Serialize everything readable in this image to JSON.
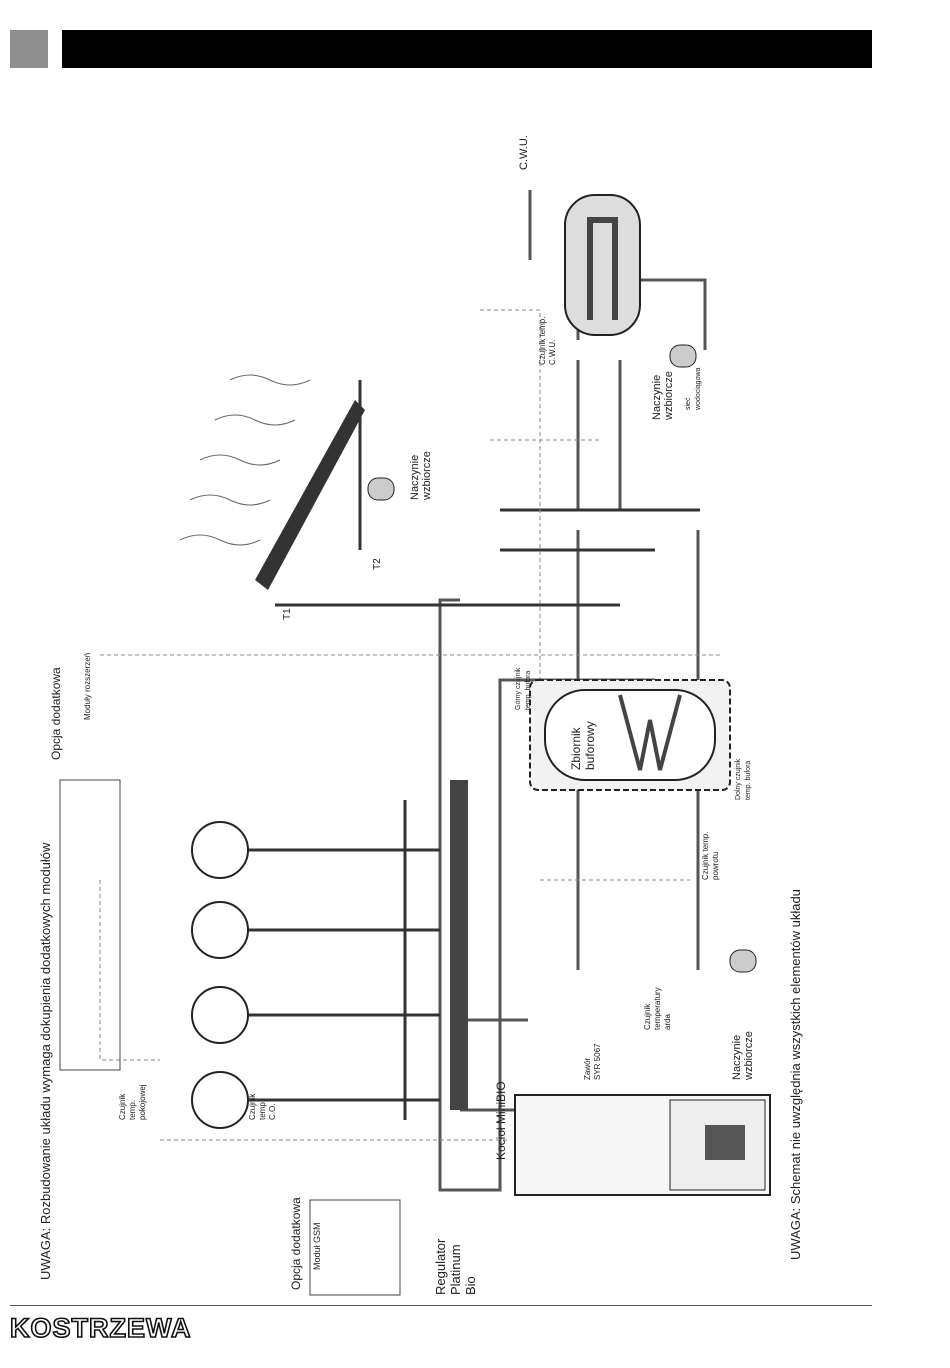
{
  "header": {
    "bar_color": "#000000",
    "square_color": "#8f8f8f"
  },
  "diagram": {
    "note_top": "UWAGA: Rozbudowanie układu wymaga dokupienia dodatkowych modułów",
    "note_bottom": "UWAGA: Schemat nie uwzględnia wszystkich elementów układu",
    "optional_label": "Opcja dodatkowa",
    "optional_gsm_label": "Opcja dodatkowa",
    "gsm_module": "Moduł GSM",
    "expansion_module": "Moduły rozszerzeń",
    "regulator": [
      "Regulator",
      "Platinum",
      "Bio"
    ],
    "boiler": "Kocioł MiniBIO",
    "room_sensor": [
      "Czujnik",
      "temp.",
      "pokojowej"
    ],
    "co_sensor": [
      "Czujnik",
      "temp.",
      "C.O."
    ],
    "valve": [
      "Zawór",
      "SYR 5067"
    ],
    "safety_sensor": [
      "Czujnik",
      "temperatury",
      "arda"
    ],
    "expansion_vessel": [
      "Naczynie",
      "wzbiorcze"
    ],
    "return_sensor": [
      "Czujnik temp.",
      "powrotu"
    ],
    "buffer_tank": [
      "Zbiornik",
      "buforowy"
    ],
    "buffer_sensor_lower": [
      "Dolny czujnik",
      "temp. bufora"
    ],
    "buffer_sensor_upper": [
      "Górny czujnik",
      "temp. bufora"
    ],
    "solar_sensors": [
      "T1",
      "T2"
    ],
    "dhw_sensor": [
      "Czujnik temp.",
      "C.W.U."
    ],
    "dhw": "C.W.U.",
    "water_network": [
      "sieć",
      "wodociągowa"
    ]
  },
  "footer": {
    "logo": "KOSTRZEWA"
  }
}
